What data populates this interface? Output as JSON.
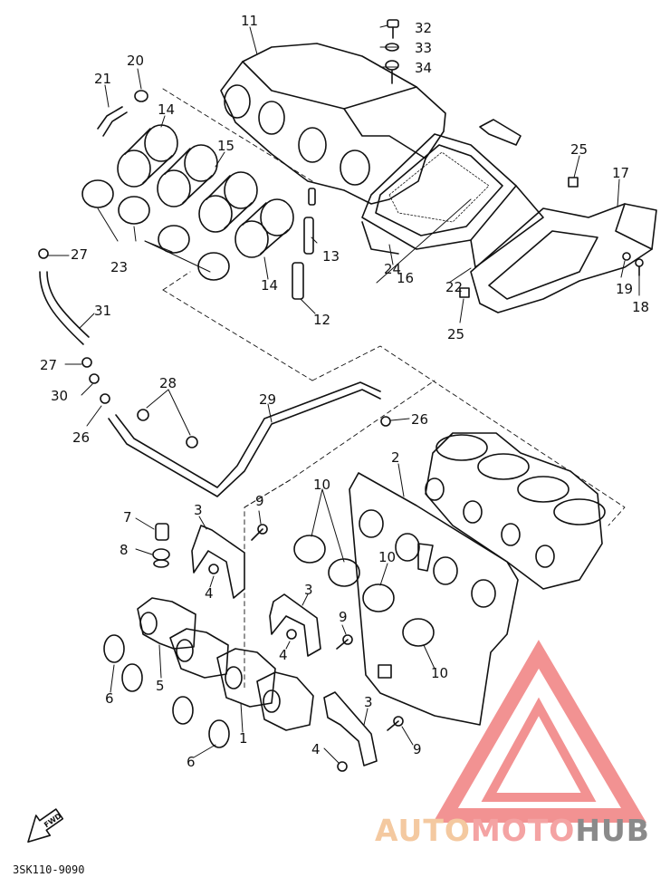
{
  "diagram": {
    "part_code": "3SK110-9090",
    "fwd_label": "FWD",
    "callouts": {
      "c1": "1",
      "c2": "2",
      "c3a": "3",
      "c3b": "3",
      "c3c": "3",
      "c4a": "4",
      "c4b": "4",
      "c4c": "4",
      "c5": "5",
      "c6a": "6",
      "c6b": "6",
      "c7": "7",
      "c8": "8",
      "c9a": "9",
      "c9b": "9",
      "c9c": "9",
      "c10a": "10",
      "c10b": "10",
      "c10c": "10",
      "c11": "11",
      "c12": "12",
      "c13": "13",
      "c14a": "14",
      "c14b": "14",
      "c15": "15",
      "c16": "16",
      "c17": "17",
      "c18": "18",
      "c19": "19",
      "c20": "20",
      "c21": "21",
      "c22": "22",
      "c23": "23",
      "c24": "24",
      "c25a": "25",
      "c25b": "25",
      "c26a": "26",
      "c26b": "26",
      "c27a": "27",
      "c27b": "27",
      "c28": "28",
      "c29": "29",
      "c30": "30",
      "c31": "31",
      "c32": "32",
      "c33": "33",
      "c34": "34"
    }
  },
  "watermark": {
    "brand_part1": "AUTO",
    "brand_part2": "MOTO",
    "brand_part3": "HUB",
    "colors": {
      "auto": "#f4c9a0",
      "moto": "#f4a3a3",
      "hub": "#8a8a8a",
      "logo": "#f08080"
    }
  }
}
